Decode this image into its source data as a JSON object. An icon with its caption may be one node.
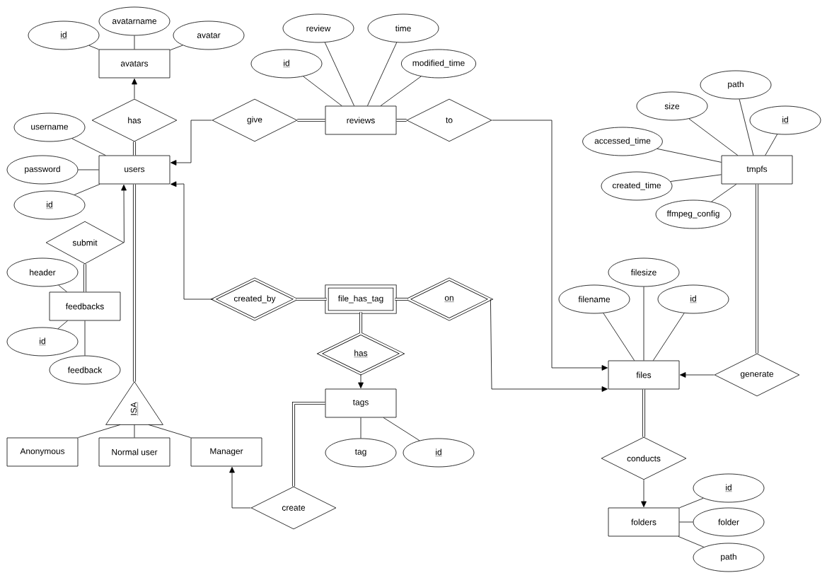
{
  "diagram": {
    "nodes": [
      {
        "text": [
          "avatars"
        ]
      },
      {
        "text": [
          "id"
        ]
      },
      {
        "text": [
          "avatarname"
        ]
      },
      {
        "text": [
          "avatar"
        ]
      },
      {
        "text": [
          "review"
        ]
      },
      {
        "text": [
          "time"
        ]
      },
      {
        "text": [
          "id"
        ]
      },
      {
        "text": [
          "modified_time"
        ]
      },
      {
        "text": [
          "path"
        ]
      },
      {
        "text": [
          "size"
        ]
      },
      {
        "text": [
          "id"
        ]
      },
      {
        "text": [
          "has"
        ]
      },
      {
        "text": [
          "give"
        ]
      },
      {
        "text": [
          "reviews"
        ]
      },
      {
        "text": [
          "to"
        ]
      },
      {
        "text": [
          "username"
        ]
      },
      {
        "text": [
          "accessed_time"
        ]
      },
      {
        "text": [
          "users"
        ]
      },
      {
        "text": [
          "password"
        ]
      },
      {
        "text": [
          "tmpfs"
        ]
      },
      {
        "text": [
          "created_time"
        ]
      },
      {
        "text": [
          "id"
        ]
      },
      {
        "text": [
          "ffmpeg_config"
        ]
      },
      {
        "text": [
          "submit"
        ]
      },
      {
        "text": [
          "header"
        ]
      },
      {
        "text": [
          "filesize"
        ]
      },
      {
        "text": [
          "created_by"
        ]
      },
      {
        "text": [
          "file_has_tag"
        ]
      },
      {
        "text": [
          "on"
        ]
      },
      {
        "text": [
          "feedbacks"
        ]
      },
      {
        "text": [
          "filename"
        ]
      },
      {
        "text": [
          "id"
        ]
      },
      {
        "text": [
          "id"
        ]
      },
      {
        "text": [
          "has"
        ]
      },
      {
        "text": [
          "feedback"
        ]
      },
      {
        "text": [
          "files"
        ]
      },
      {
        "text": [
          "generate"
        ]
      },
      {
        "text": [
          "ISA"
        ]
      },
      {
        "text": [
          "tags"
        ]
      },
      {
        "text": [
          "Anonymous"
        ]
      },
      {
        "text": [
          "Normal user"
        ]
      },
      {
        "text": [
          "Manager"
        ]
      },
      {
        "text": [
          "tag"
        ]
      },
      {
        "text": [
          "id"
        ]
      },
      {
        "text": [
          "conducts"
        ]
      },
      {
        "text": [
          "id"
        ]
      },
      {
        "text": [
          "create"
        ]
      },
      {
        "text": [
          "folders"
        ]
      },
      {
        "text": [
          "folder"
        ]
      },
      {
        "text": [
          "path"
        ]
      }
    ],
    "edges": [
      {
        "from": 1,
        "to": 0,
        "arrow": "none"
      },
      {
        "from": 2,
        "to": 0,
        "arrow": "none"
      },
      {
        "from": 3,
        "to": 0,
        "arrow": "none"
      },
      {
        "from": 11,
        "to": 0,
        "arrow": "to"
      },
      {
        "from": 17,
        "to": 11,
        "arrow": "none",
        "style": "thick"
      },
      {
        "from": 12,
        "to": 17,
        "arrow": "to"
      },
      {
        "from": 12,
        "to": 13,
        "arrow": "none",
        "style": "thick"
      },
      {
        "from": 4,
        "to": 13,
        "arrow": "none"
      },
      {
        "from": 5,
        "to": 13,
        "arrow": "none"
      },
      {
        "from": 6,
        "to": 13,
        "arrow": "none"
      },
      {
        "from": 7,
        "to": 13,
        "arrow": "none"
      },
      {
        "from": 13,
        "to": 14,
        "arrow": "none",
        "style": "thick"
      },
      {
        "from": 14,
        "to": 35,
        "arrow": "to"
      },
      {
        "from": 15,
        "to": 17,
        "arrow": "none"
      },
      {
        "from": 18,
        "to": 17,
        "arrow": "none"
      },
      {
        "from": 21,
        "to": 17,
        "arrow": "none"
      },
      {
        "from": 23,
        "to": 17,
        "arrow": "to"
      },
      {
        "from": 29,
        "to": 23,
        "arrow": "none",
        "style": "thick"
      },
      {
        "from": 24,
        "to": 29,
        "arrow": "none"
      },
      {
        "from": 32,
        "to": 29,
        "arrow": "none"
      },
      {
        "from": 34,
        "to": 29,
        "arrow": "none"
      },
      {
        "from": 17,
        "to": 37,
        "arrow": "none",
        "style": "thick"
      },
      {
        "from": 37,
        "to": 39,
        "arrow": "none"
      },
      {
        "from": 37,
        "to": 40,
        "arrow": "none"
      },
      {
        "from": 37,
        "to": 41,
        "arrow": "none"
      },
      {
        "from": 26,
        "to": 17,
        "arrow": "to"
      },
      {
        "from": 27,
        "to": 26,
        "arrow": "none",
        "style": "thick"
      },
      {
        "from": 27,
        "to": 28,
        "arrow": "none",
        "style": "thick"
      },
      {
        "from": 28,
        "to": 35,
        "arrow": "to"
      },
      {
        "from": 27,
        "to": 33,
        "arrow": "none",
        "style": "thick"
      },
      {
        "from": 33,
        "to": 38,
        "arrow": "to"
      },
      {
        "from": 38,
        "to": 42,
        "arrow": "none"
      },
      {
        "from": 38,
        "to": 43,
        "arrow": "none"
      },
      {
        "from": 38,
        "to": 46,
        "arrow": "none",
        "style": "thick"
      },
      {
        "from": 46,
        "to": 41,
        "arrow": "to"
      },
      {
        "from": 25,
        "to": 35,
        "arrow": "none"
      },
      {
        "from": 30,
        "to": 35,
        "arrow": "none"
      },
      {
        "from": 31,
        "to": 35,
        "arrow": "none"
      },
      {
        "from": 8,
        "to": 19,
        "arrow": "none"
      },
      {
        "from": 9,
        "to": 19,
        "arrow": "none"
      },
      {
        "from": 10,
        "to": 19,
        "arrow": "none"
      },
      {
        "from": 16,
        "to": 19,
        "arrow": "none"
      },
      {
        "from": 20,
        "to": 19,
        "arrow": "none"
      },
      {
        "from": 22,
        "to": 19,
        "arrow": "none"
      },
      {
        "from": 19,
        "to": 36,
        "arrow": "none",
        "style": "thick"
      },
      {
        "from": 36,
        "to": 35,
        "arrow": "to"
      },
      {
        "from": 35,
        "to": 44,
        "arrow": "none",
        "style": "thick"
      },
      {
        "from": 44,
        "to": 47,
        "arrow": "to"
      },
      {
        "from": 45,
        "to": 47,
        "arrow": "none"
      },
      {
        "from": 48,
        "to": 47,
        "arrow": "none"
      },
      {
        "from": 49,
        "to": 47,
        "arrow": "none"
      }
    ]
  }
}
